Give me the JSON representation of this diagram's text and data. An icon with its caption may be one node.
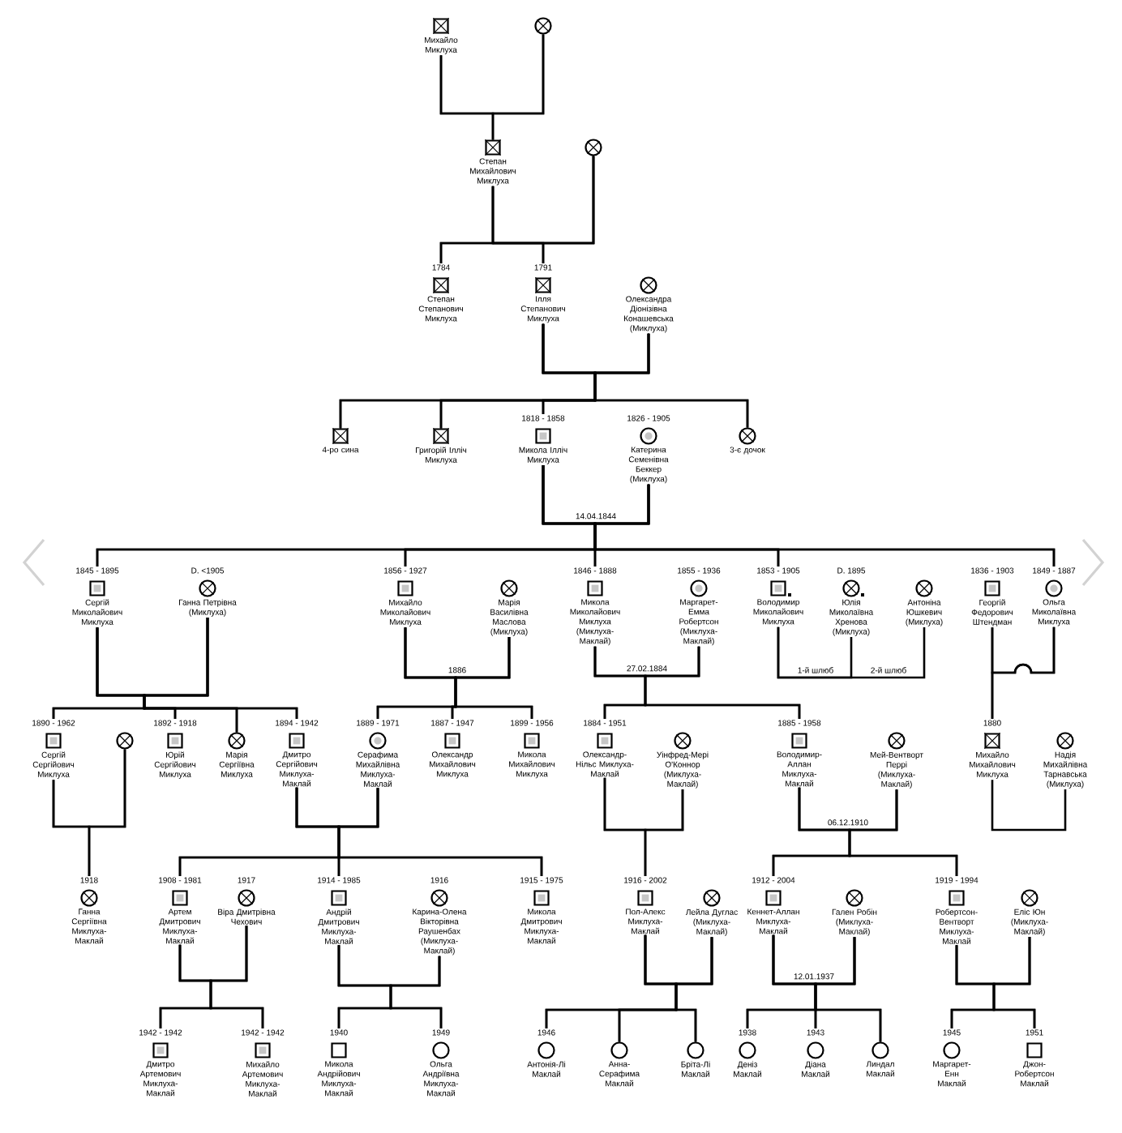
{
  "diagram": {
    "nodes": [
      {
        "text": [
          "Михайло Миклуха"
        ]
      },
      {
        "text": [],
        "shape": "circle"
      },
      {
        "text": [
          "Степан Михайлович Миклуха"
        ]
      },
      {
        "text": [],
        "shape": "circle"
      },
      {
        "text": [
          "Степан Степанович Миклуха"
        ],
        "beside": [
          "1784"
        ]
      },
      {
        "text": [
          "Ілля Степанович Миклуха"
        ],
        "beside": [
          "1791"
        ]
      },
      {
        "text": [
          "Олександра Діонізівна Конашевська (Миклуха)"
        ]
      },
      {
        "text": [
          "4-ро сина"
        ]
      },
      {
        "text": [
          "Григорій Ілліч Миклуха"
        ]
      },
      {
        "text": [
          "Микола Ілліч Миклуха"
        ],
        "beside": [
          "1818 - 1858"
        ]
      },
      {
        "text": [
          "Катерина Семенівна Беккер (Миклуха)"
        ],
        "beside": [
          "1826 - 1905"
        ]
      },
      {
        "text": [
          "3-є дочок"
        ]
      },
      {
        "text": [
          "Сергій Миколайович Миклуха"
        ],
        "beside": [
          "1845 - 1895"
        ]
      },
      {
        "text": [
          "Ганна Петрівна (Миклуха)"
        ],
        "beside": [
          "D. <1905"
        ]
      },
      {
        "text": [
          "Михайло Миколайович Миклуха"
        ],
        "beside": [
          "1856 - 1927"
        ]
      },
      {
        "text": [
          "Марія Василівна Маслова (Миклуха)"
        ]
      },
      {
        "text": [
          "Микола Миколайович Миклуха (Миклуха-Маклай)"
        ],
        "beside": [
          "1846 - 1888"
        ]
      },
      {
        "text": [
          "Маргарет-Емма Робертсон (Миклуха-Маклай)"
        ],
        "beside": [
          "1855 - 1936"
        ]
      },
      {
        "text": [
          "Володимир Миколайович Миклуха"
        ],
        "beside": [
          "1853 - 1905"
        ]
      },
      {
        "text": [
          "Юлія Миколаївна Хренова (Миклуха)"
        ],
        "beside": [
          "D. 1895"
        ]
      },
      {
        "text": [
          "Антоніна Юшкевич (Миклуха)"
        ]
      },
      {
        "text": [
          "Георгій Федорович Штендман"
        ],
        "beside": [
          "1836 - 1903"
        ]
      },
      {
        "text": [
          "Ольга Миколаївна Миклуха"
        ],
        "beside": [
          "1849 - 1887"
        ]
      },
      {
        "text": [
          "Сергій Сергійович Миклуха"
        ],
        "beside": [
          "1890 - 1962"
        ]
      },
      {
        "text": [],
        "shape": "circle"
      },
      {
        "text": [
          "Юрій Сергійович Миклуха"
        ],
        "beside": [
          "1892 - 1918"
        ]
      },
      {
        "text": [
          "Марія Сергіївна Миклуха"
        ]
      },
      {
        "text": [
          "Дмитро Сергійович Миклуха-Маклай"
        ],
        "beside": [
          "1894 - 1942"
        ]
      },
      {
        "text": [
          "Серафима Михайлівна Миклуха-Маклай"
        ],
        "beside": [
          "1889 - 1971"
        ]
      },
      {
        "text": [
          "Олександр Михайлович Миклуха"
        ],
        "beside": [
          "1887 - 1947"
        ]
      },
      {
        "text": [
          "Микола Михайлович Миклуха"
        ],
        "beside": [
          "1899 - 1956"
        ]
      },
      {
        "text": [
          "Олександр-Нільс Миклуха-Маклай"
        ],
        "beside": [
          "1884 - 1951"
        ]
      },
      {
        "text": [
          "Уінфред-Мері О'Коннор (Миклуха-Маклай)"
        ]
      },
      {
        "text": [
          "Володимир-Аллан Миклуха-Маклай"
        ],
        "beside": [
          "1885 - 1958"
        ]
      },
      {
        "text": [
          "Мей-Вентворт Перрі (Миклуха-Маклай)"
        ]
      },
      {
        "text": [
          "Михайло Михайлович Миклуха"
        ],
        "beside": [
          "1880"
        ]
      },
      {
        "text": [
          "Надія Михайлівна Тарнавська (Миклуха)"
        ]
      },
      {
        "text": [
          "Ганна Сергіївна Миклуха-Маклай"
        ],
        "beside": [
          "1918"
        ]
      },
      {
        "text": [
          "Артем Дмитрович Миклуха-Маклай"
        ],
        "beside": [
          "1908 - 1981"
        ]
      },
      {
        "text": [
          "Віра Дмитрівна Чехович"
        ],
        "beside": [
          "1917"
        ]
      },
      {
        "text": [
          "Андрій Дмитрович Миклуха-Маклай"
        ],
        "beside": [
          "1914 - 1985"
        ]
      },
      {
        "text": [
          "Карина-Олена Вікторівна Раушенбах (Миклуха-Маклай)"
        ],
        "beside": [
          "1916"
        ]
      },
      {
        "text": [
          "Микола Дмитрович Миклуха-Маклай"
        ],
        "beside": [
          "1915 - 1975"
        ]
      },
      {
        "text": [
          "Пол-Алекс Миклуха-Маклай"
        ],
        "beside": [
          "1916 - 2002"
        ]
      },
      {
        "text": [
          "Лейла Дуглас (Миклуха-Маклай)"
        ]
      },
      {
        "text": [
          "Кеннет-Аллан Миклуха-Маклай"
        ],
        "beside": [
          "1912 - 2004"
        ]
      },
      {
        "text": [
          "Гален Робін (Миклуха-Маклай)"
        ]
      },
      {
        "text": [
          "Робертсон-Вентворт Миклуха-Маклай"
        ],
        "beside": [
          "1919 - 1994"
        ]
      },
      {
        "text": [
          "Еліс Юн (Миклуха-Маклай)"
        ]
      },
      {
        "text": [
          "Дмитро Артемович Миклуха-Маклай"
        ],
        "beside": [
          "1942 - 1942"
        ]
      },
      {
        "text": [
          "Михайло Артемович Миклуха-Маклай"
        ],
        "beside": [
          "1942 - 1942"
        ]
      },
      {
        "text": [
          "Микола Андрійович Миклуха-Маклай"
        ],
        "beside": [
          "1940"
        ]
      },
      {
        "text": [
          "Ольга Андріївна Миклуха-Маклай"
        ],
        "beside": [
          "1949"
        ]
      },
      {
        "text": [
          "Антонія-Лі Маклай"
        ],
        "beside": [
          "1946"
        ]
      },
      {
        "text": [
          "Анна-Серафима Маклай"
        ]
      },
      {
        "text": [
          "Бріта-Лі Маклай"
        ]
      },
      {
        "text": [
          "Деніз Маклай"
        ],
        "beside": [
          "1938"
        ]
      },
      {
        "text": [
          "Діана Маклай"
        ],
        "beside": [
          "1943"
        ]
      },
      {
        "text": [
          "Линдал Маклай"
        ]
      },
      {
        "text": [
          "Маргарет-Енн Маклай"
        ],
        "beside": [
          "1945"
        ]
      },
      {
        "text": [
          "Джон-Робертсон Маклай"
        ],
        "beside": [
          "1951"
        ]
      }
    ],
    "edges": [
      {
        "from": 0,
        "to": 1,
        "arrow": "none"
      },
      {
        "from": 0,
        "to": 2,
        "arrow": "none"
      },
      {
        "from": 1,
        "to": 2,
        "arrow": "none"
      },
      {
        "from": 2,
        "to": 3,
        "arrow": "none"
      },
      {
        "from": 2,
        "to": 4,
        "arrow": "none"
      },
      {
        "from": 2,
        "to": 5,
        "arrow": "none"
      },
      {
        "from": 3,
        "to": 4,
        "arrow": "none"
      },
      {
        "from": 3,
        "to": 5,
        "arrow": "none"
      },
      {
        "from": 5,
        "to": 6,
        "arrow": "none"
      },
      {
        "from": 5,
        "to": 7,
        "arrow": "none"
      },
      {
        "from": 5,
        "to": 8,
        "arrow": "none"
      },
      {
        "from": 5,
        "to": 9,
        "arrow": "none"
      },
      {
        "from": 5,
        "to": 11,
        "arrow": "none"
      },
      {
        "from": 6,
        "to": 7,
        "arrow": "none"
      },
      {
        "from": 6,
        "to": 8,
        "arrow": "none"
      },
      {
        "from": 6,
        "to": 9,
        "arrow": "none"
      },
      {
        "from": 6,
        "to": 11,
        "arrow": "none"
      },
      {
        "from": 9,
        "to": 10,
        "arrow": "none",
        "label": "14.04.1844"
      },
      {
        "from": 9,
        "to": 12,
        "arrow": "none"
      },
      {
        "from": 9,
        "to": 14,
        "arrow": "none"
      },
      {
        "from": 9,
        "to": 16,
        "arrow": "none"
      },
      {
        "from": 9,
        "to": 18,
        "arrow": "none"
      },
      {
        "from": 9,
        "to": 22,
        "arrow": "none"
      },
      {
        "from": 10,
        "to": 12,
        "arrow": "none"
      },
      {
        "from": 10,
        "to": 14,
        "arrow": "none"
      },
      {
        "from": 10,
        "to": 16,
        "arrow": "none"
      },
      {
        "from": 10,
        "to": 18,
        "arrow": "none"
      },
      {
        "from": 10,
        "to": 22,
        "arrow": "none"
      },
      {
        "from": 12,
        "to": 13,
        "arrow": "none"
      },
      {
        "from": 12,
        "to": 23,
        "arrow": "none"
      },
      {
        "from": 12,
        "to": 25,
        "arrow": "none"
      },
      {
        "from": 12,
        "to": 26,
        "arrow": "none"
      },
      {
        "from": 12,
        "to": 27,
        "arrow": "none"
      },
      {
        "from": 13,
        "to": 23,
        "arrow": "none"
      },
      {
        "from": 13,
        "to": 25,
        "arrow": "none"
      },
      {
        "from": 13,
        "to": 26,
        "arrow": "none"
      },
      {
        "from": 13,
        "to": 27,
        "arrow": "none"
      },
      {
        "from": 14,
        "to": 15,
        "arrow": "none",
        "label": "1886"
      },
      {
        "from": 14,
        "to": 28,
        "arrow": "none"
      },
      {
        "from": 14,
        "to": 29,
        "arrow": "none"
      },
      {
        "from": 14,
        "to": 30,
        "arrow": "none"
      },
      {
        "from": 15,
        "to": 28,
        "arrow": "none"
      },
      {
        "from": 15,
        "to": 29,
        "arrow": "none"
      },
      {
        "from": 15,
        "to": 30,
        "arrow": "none"
      },
      {
        "from": 16,
        "to": 17,
        "arrow": "none",
        "label": "27.02.1884"
      },
      {
        "from": 16,
        "to": 31,
        "arrow": "none"
      },
      {
        "from": 16,
        "to": 33,
        "arrow": "none"
      },
      {
        "from": 17,
        "to": 31,
        "arrow": "none"
      },
      {
        "from": 17,
        "to": 33,
        "arrow": "none"
      },
      {
        "from": 18,
        "to": 19,
        "arrow": "none",
        "label": "1-й шлюб"
      },
      {
        "from": 18,
        "to": 20,
        "arrow": "none",
        "label": "2-й шлюб"
      },
      {
        "from": 21,
        "to": 22,
        "arrow": "none"
      },
      {
        "from": 21,
        "to": 35,
        "arrow": "none"
      },
      {
        "from": 22,
        "to": 35,
        "arrow": "none"
      },
      {
        "from": 23,
        "to": 24,
        "arrow": "none"
      },
      {
        "from": 23,
        "to": 37,
        "arrow": "none"
      },
      {
        "from": 24,
        "to": 37,
        "arrow": "none"
      },
      {
        "from": 27,
        "to": 28,
        "arrow": "none"
      },
      {
        "from": 27,
        "to": 38,
        "arrow": "none"
      },
      {
        "from": 27,
        "to": 40,
        "arrow": "none"
      },
      {
        "from": 27,
        "to": 42,
        "arrow": "none"
      },
      {
        "from": 28,
        "to": 38,
        "arrow": "none"
      },
      {
        "from": 28,
        "to": 40,
        "arrow": "none"
      },
      {
        "from": 28,
        "to": 42,
        "arrow": "none"
      },
      {
        "from": 31,
        "to": 32,
        "arrow": "none"
      },
      {
        "from": 31,
        "to": 43,
        "arrow": "none"
      },
      {
        "from": 32,
        "to": 43,
        "arrow": "none"
      },
      {
        "from": 33,
        "to": 34,
        "arrow": "none",
        "label": "06.12.1910"
      },
      {
        "from": 33,
        "to": 45,
        "arrow": "none"
      },
      {
        "from": 33,
        "to": 47,
        "arrow": "none"
      },
      {
        "from": 34,
        "to": 45,
        "arrow": "none"
      },
      {
        "from": 34,
        "to": 47,
        "arrow": "none"
      },
      {
        "from": 35,
        "to": 36,
        "arrow": "none"
      },
      {
        "from": 38,
        "to": 39,
        "arrow": "none"
      },
      {
        "from": 38,
        "to": 49,
        "arrow": "none"
      },
      {
        "from": 38,
        "to": 50,
        "arrow": "none"
      },
      {
        "from": 39,
        "to": 49,
        "arrow": "none"
      },
      {
        "from": 39,
        "to": 50,
        "arrow": "none"
      },
      {
        "from": 40,
        "to": 41,
        "arrow": "none"
      },
      {
        "from": 40,
        "to": 51,
        "arrow": "none"
      },
      {
        "from": 40,
        "to": 52,
        "arrow": "none"
      },
      {
        "from": 41,
        "to": 51,
        "arrow": "none"
      },
      {
        "from": 41,
        "to": 52,
        "arrow": "none"
      },
      {
        "from": 43,
        "to": 44,
        "arrow": "none"
      },
      {
        "from": 43,
        "to": 53,
        "arrow": "none"
      },
      {
        "from": 43,
        "to": 54,
        "arrow": "none"
      },
      {
        "from": 43,
        "to": 55,
        "arrow": "none"
      },
      {
        "from": 44,
        "to": 53,
        "arrow": "none"
      },
      {
        "from": 44,
        "to": 54,
        "arrow": "none"
      },
      {
        "from": 44,
        "to": 55,
        "arrow": "none"
      },
      {
        "from": 45,
        "to": 46,
        "arrow": "none",
        "label": "12.01.1937"
      },
      {
        "from": 45,
        "to": 56,
        "arrow": "none"
      },
      {
        "from": 45,
        "to": 57,
        "arrow": "none"
      },
      {
        "from": 45,
        "to": 58,
        "arrow": "none"
      },
      {
        "from": 46,
        "to": 56,
        "arrow": "none"
      },
      {
        "from": 46,
        "to": 57,
        "arrow": "none"
      },
      {
        "from": 46,
        "to": 58,
        "arrow": "none"
      },
      {
        "from": 47,
        "to": 48,
        "arrow": "none"
      },
      {
        "from": 47,
        "to": 59,
        "arrow": "none"
      },
      {
        "from": 47,
        "to": 60,
        "arrow": "none"
      },
      {
        "from": 48,
        "to": 59,
        "arrow": "none"
      },
      {
        "from": 48,
        "to": 60,
        "arrow": "none"
      }
    ]
  }
}
